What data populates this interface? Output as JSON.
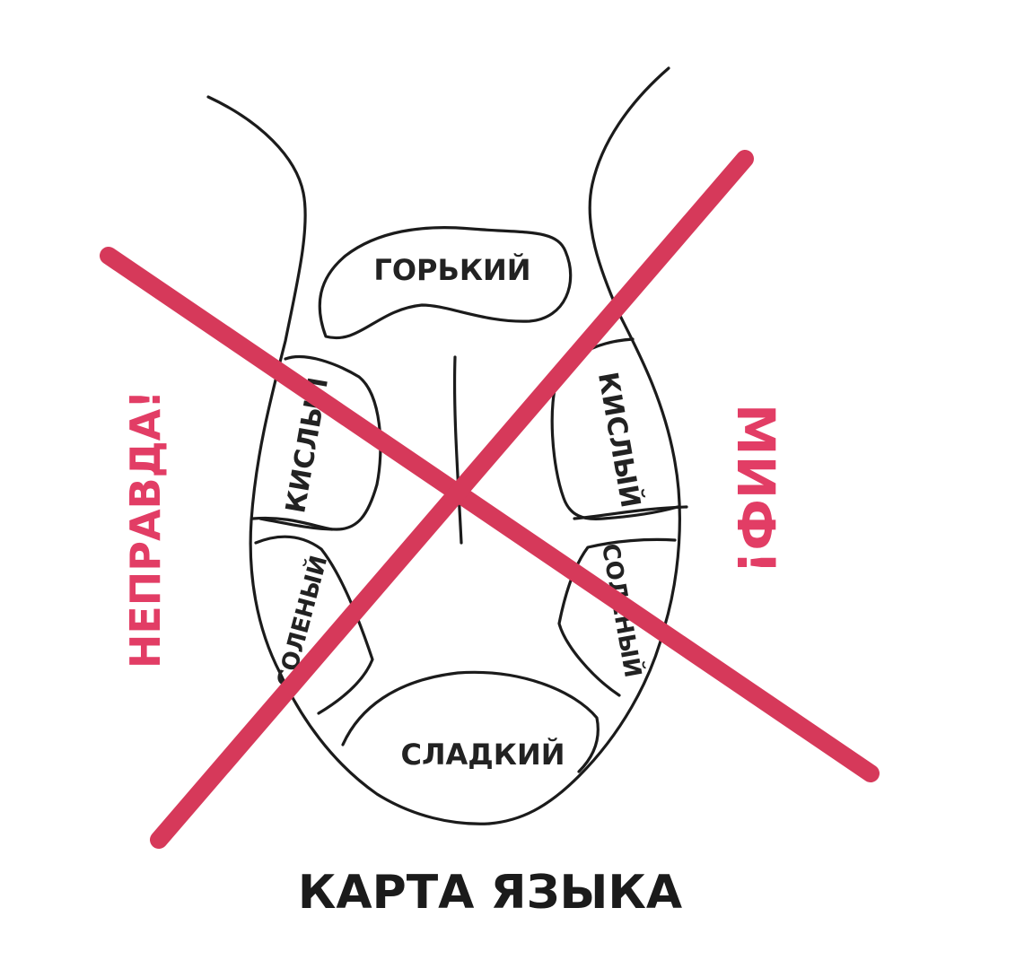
{
  "title": "КАРТА ЯЗЫКА",
  "zones": {
    "bitter": "ГОРЬКИЙ",
    "sour_left": "КИСЛЫЙ",
    "sour_right": "КИСЛЫЙ",
    "salty_left": "СОЛЕНЫЙ",
    "salty_right": "СОЛЕНЫЙ",
    "sweet": "СЛАДКИЙ"
  },
  "annotations": {
    "left": "НЕПРАВДА!",
    "right": "МИФ!"
  },
  "colors": {
    "ink": "#1b1b1b",
    "cross": "#d6395a",
    "cross_edge": "#b52444",
    "annotation": "#e23d65"
  }
}
